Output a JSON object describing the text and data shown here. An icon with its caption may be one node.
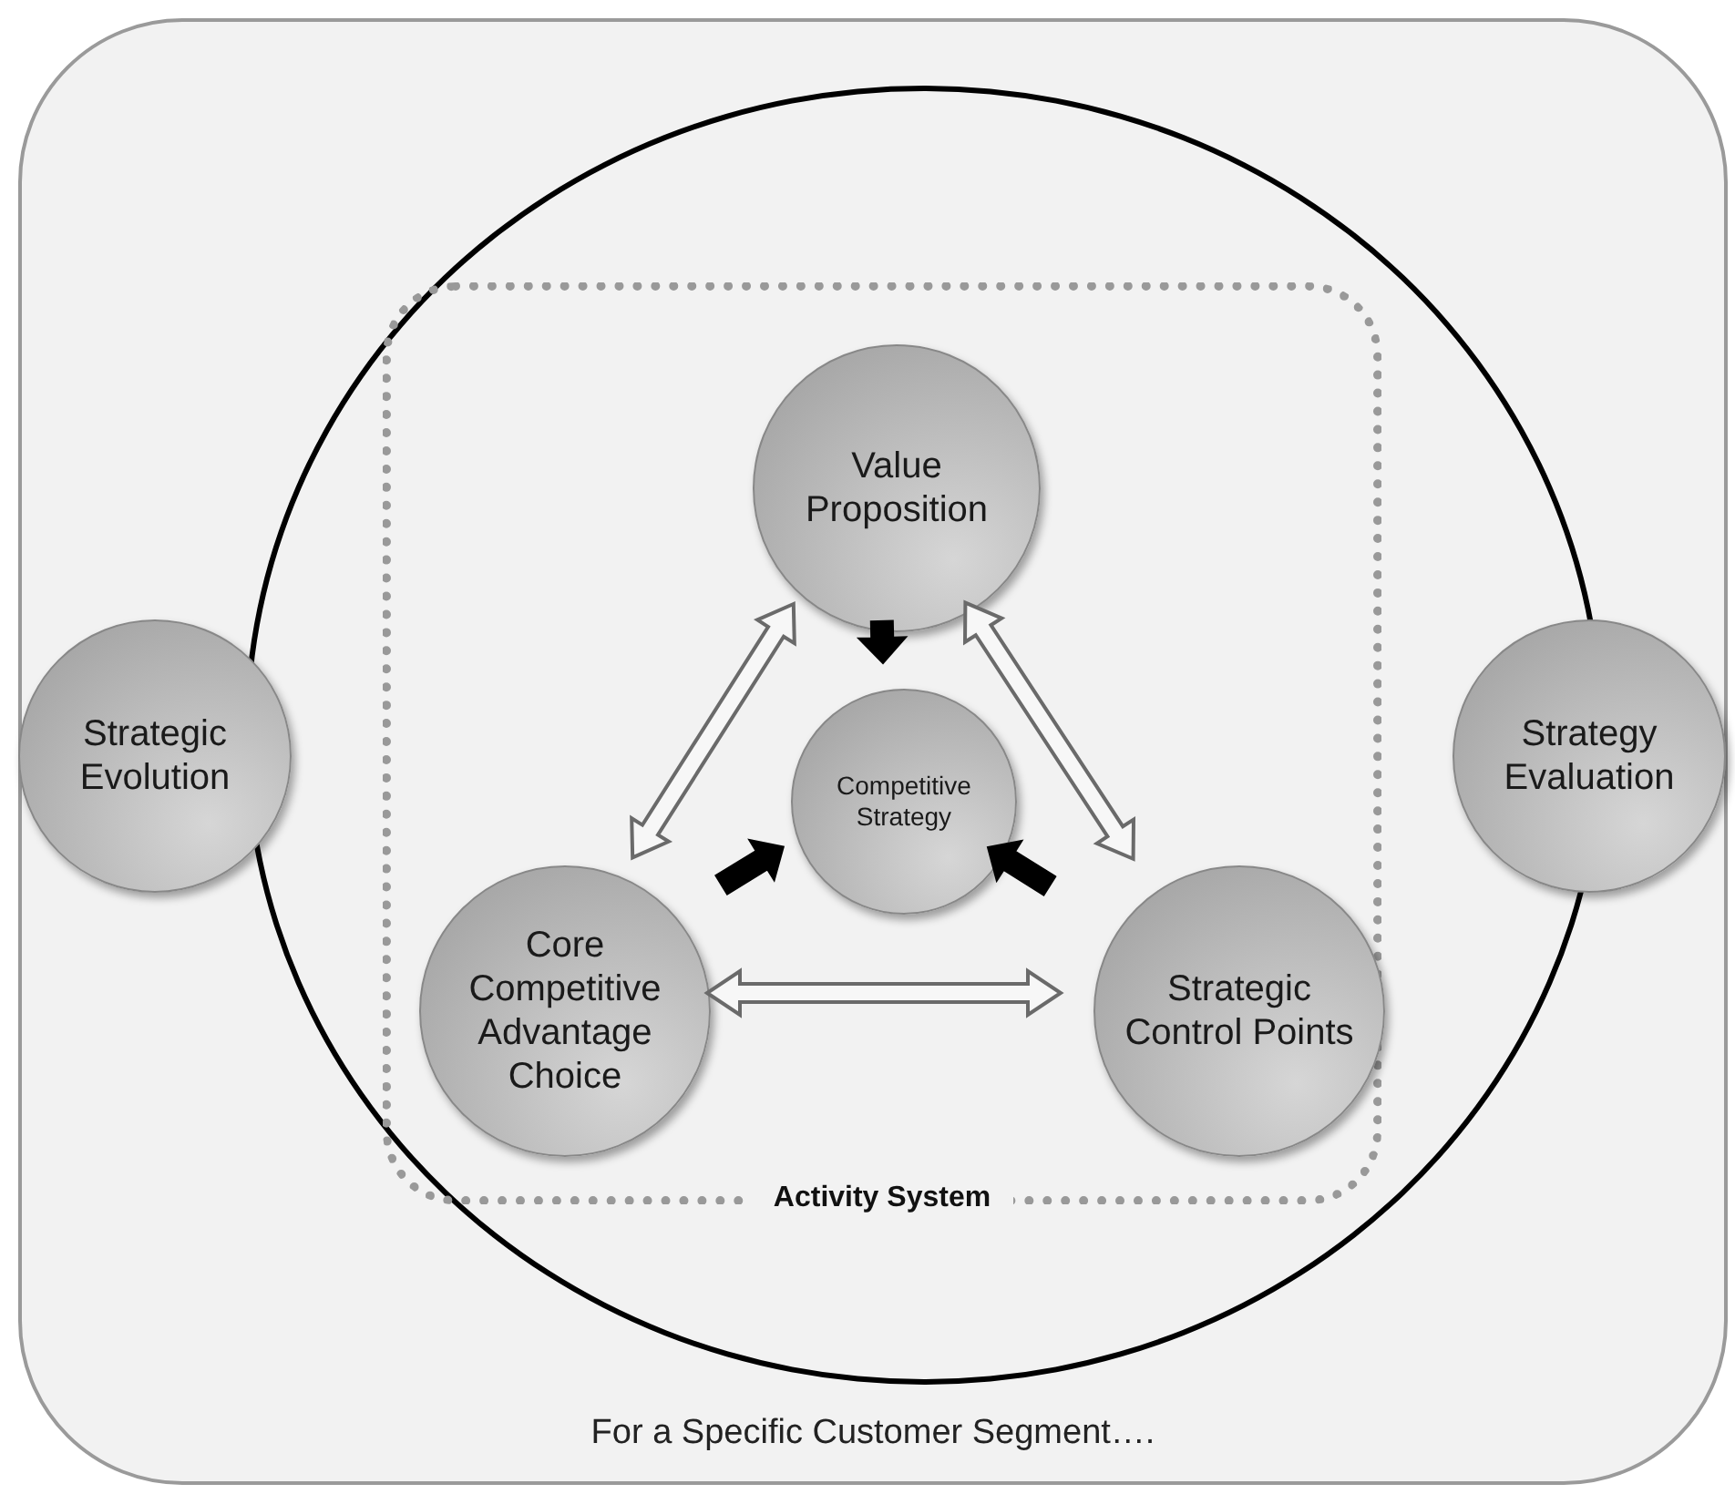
{
  "diagram": {
    "nodes": [
      {
        "text": [
          "For a Specific Customer Segment…."
        ]
      },
      {
        "text": [],
        "shape": "ellipse",
        "in": 0
      },
      {
        "text": [
          "Activity System"
        ],
        "in": 1
      },
      {
        "text": [
          "Value Proposition"
        ],
        "in": 2
      },
      {
        "text": [
          "Competitive Strategy"
        ],
        "in": 2
      },
      {
        "text": [
          "Core Competitive Advantage Choice"
        ],
        "in": 2
      },
      {
        "text": [
          "Strategic Control Points"
        ],
        "in": 2
      },
      {
        "text": [
          "Strategic Evolution"
        ],
        "in": 0
      },
      {
        "text": [
          "Strategy Evaluation"
        ],
        "in": 0
      }
    ],
    "edges": [
      {
        "from": 3,
        "to": 5,
        "arrow": "both"
      },
      {
        "from": 3,
        "to": 6,
        "arrow": "both"
      },
      {
        "from": 5,
        "to": 6,
        "arrow": "both"
      },
      {
        "from": 3,
        "to": 4,
        "arrow": "to",
        "style": "thick"
      },
      {
        "from": 5,
        "to": 4,
        "arrow": "to",
        "style": "thick"
      },
      {
        "from": 6,
        "to": 4,
        "arrow": "to",
        "style": "thick"
      }
    ]
  }
}
